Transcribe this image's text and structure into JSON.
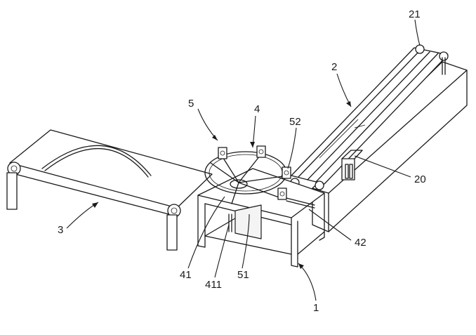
{
  "figure": {
    "labels": {
      "frame": "1",
      "conveyor_long": "2",
      "conveyor_long_sub20": "20",
      "conveyor_long_sub21": "21",
      "belt_conveyor": "3",
      "rotary_rack": "4",
      "rotary_rack_sub41": "41",
      "rotary_rack_sub411": "411",
      "rotary_rack_sub42": "42",
      "clamp": "5",
      "clamp_sub51": "51",
      "clamp_sub52": "52"
    }
  }
}
